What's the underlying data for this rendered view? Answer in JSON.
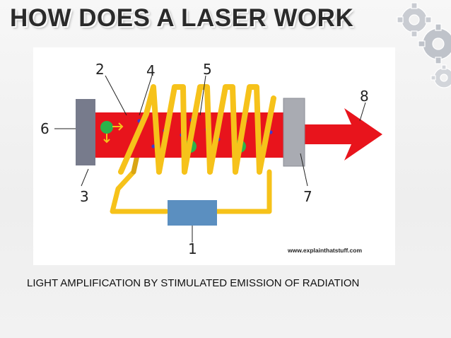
{
  "slide": {
    "title": "HOW DOES A LASER WORK",
    "subtitle": "LIGHT AMPLIFICATION BY STIMULATED EMISSION OF RADIATION"
  },
  "diagram": {
    "labels": [
      "1",
      "2",
      "3",
      "4",
      "5",
      "6",
      "7",
      "8"
    ],
    "credit": "www.explainthatstuff.com"
  },
  "colors": {
    "tube": "#e8141c",
    "coil": "#f6c21a",
    "mirror_left": "#777b8c",
    "mirror_right": "#a9abb2",
    "power_block": "#5b8fc0",
    "atom": "#2bb34a",
    "electron": "#3a3ad0",
    "background": "#f2f2f2",
    "gear": "#c7cbd1"
  }
}
